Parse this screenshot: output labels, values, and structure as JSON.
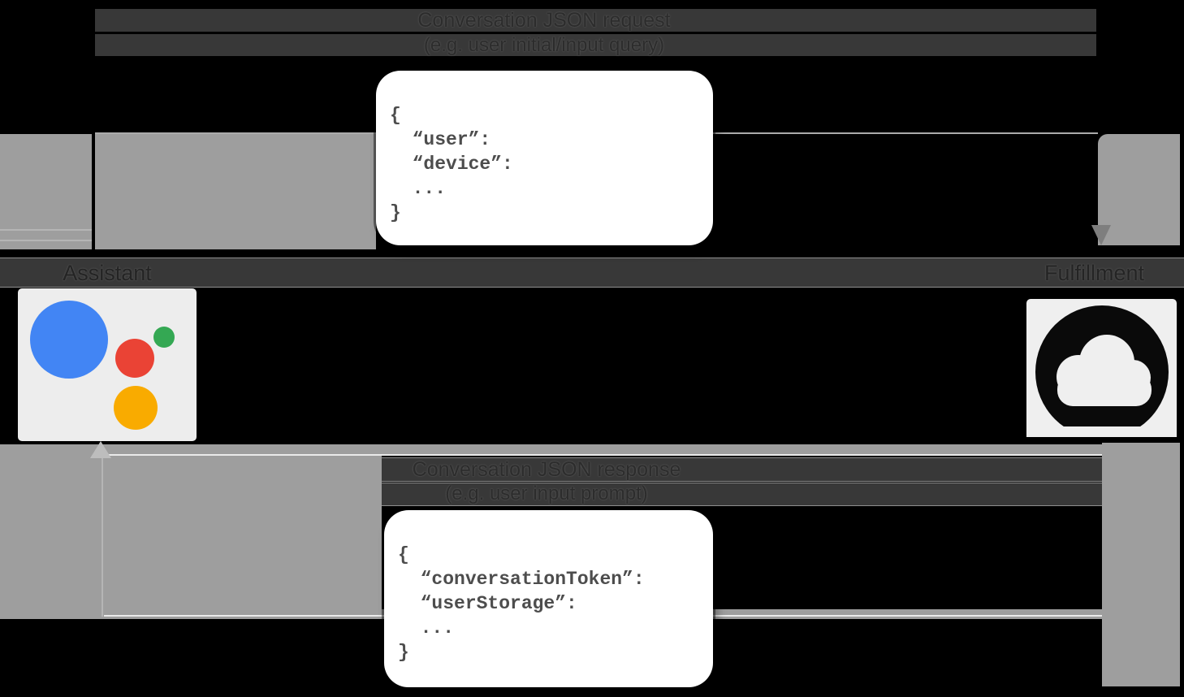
{
  "request_flow": {
    "label_line1": "Conversation JSON request",
    "label_line2": "(e.g. user initial/input query)",
    "code_lines": [
      "{",
      "  “user”:",
      "  “device”:",
      "  ...",
      "}"
    ]
  },
  "response_flow": {
    "label_line1": "Conversation JSON response",
    "label_line2": "(e.g. user input prompt)",
    "code_lines": [
      "{",
      "  “conversationToken”:",
      "  “userStorage”:",
      "  ...",
      "}"
    ]
  },
  "nodes": {
    "assistant_label": "Assistant",
    "fulfillment_label": "Fulfillment"
  },
  "colors": {
    "arrow_gray": "#9e9e9e",
    "band_dark": "#383838",
    "assistant_blue": "#4285f4",
    "assistant_red": "#ea4335",
    "assistant_green": "#34a853",
    "assistant_yellow": "#f9ab00",
    "cloud_icon_black": "#0a0a0a"
  }
}
